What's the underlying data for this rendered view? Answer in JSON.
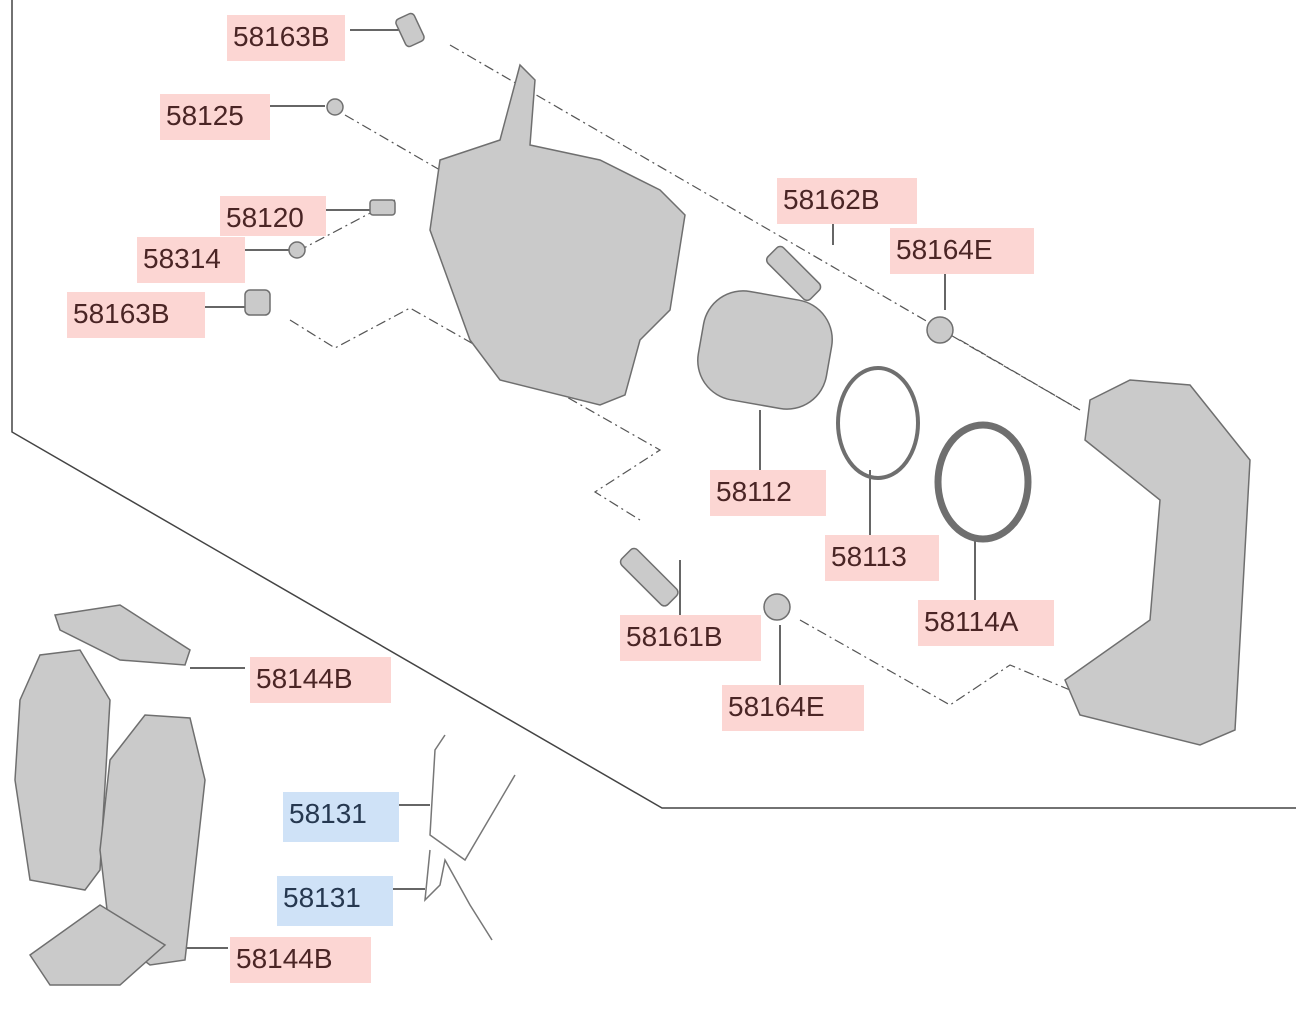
{
  "diagram": {
    "labels": [
      {
        "text": "58163B",
        "color": "pink"
      },
      {
        "text": "58125",
        "color": "pink"
      },
      {
        "text": "58120",
        "color": "pink"
      },
      {
        "text": "58314",
        "color": "pink"
      },
      {
        "text": "58163B",
        "color": "pink"
      },
      {
        "text": "58162B",
        "color": "pink"
      },
      {
        "text": "58164E",
        "color": "pink"
      },
      {
        "text": "58112",
        "color": "pink"
      },
      {
        "text": "58113",
        "color": "pink"
      },
      {
        "text": "58114A",
        "color": "pink"
      },
      {
        "text": "58161B",
        "color": "pink"
      },
      {
        "text": "58164E",
        "color": "pink"
      },
      {
        "text": "58144B",
        "color": "pink"
      },
      {
        "text": "58131",
        "color": "blue"
      },
      {
        "text": "58131",
        "color": "blue"
      },
      {
        "text": "58144B",
        "color": "pink"
      }
    ],
    "colors": {
      "pink_bg": "#fcd6d3",
      "blue_bg": "#cfe2f7",
      "part_fill": "#c9c9c9",
      "part_stroke": "#6f6f6f"
    }
  }
}
